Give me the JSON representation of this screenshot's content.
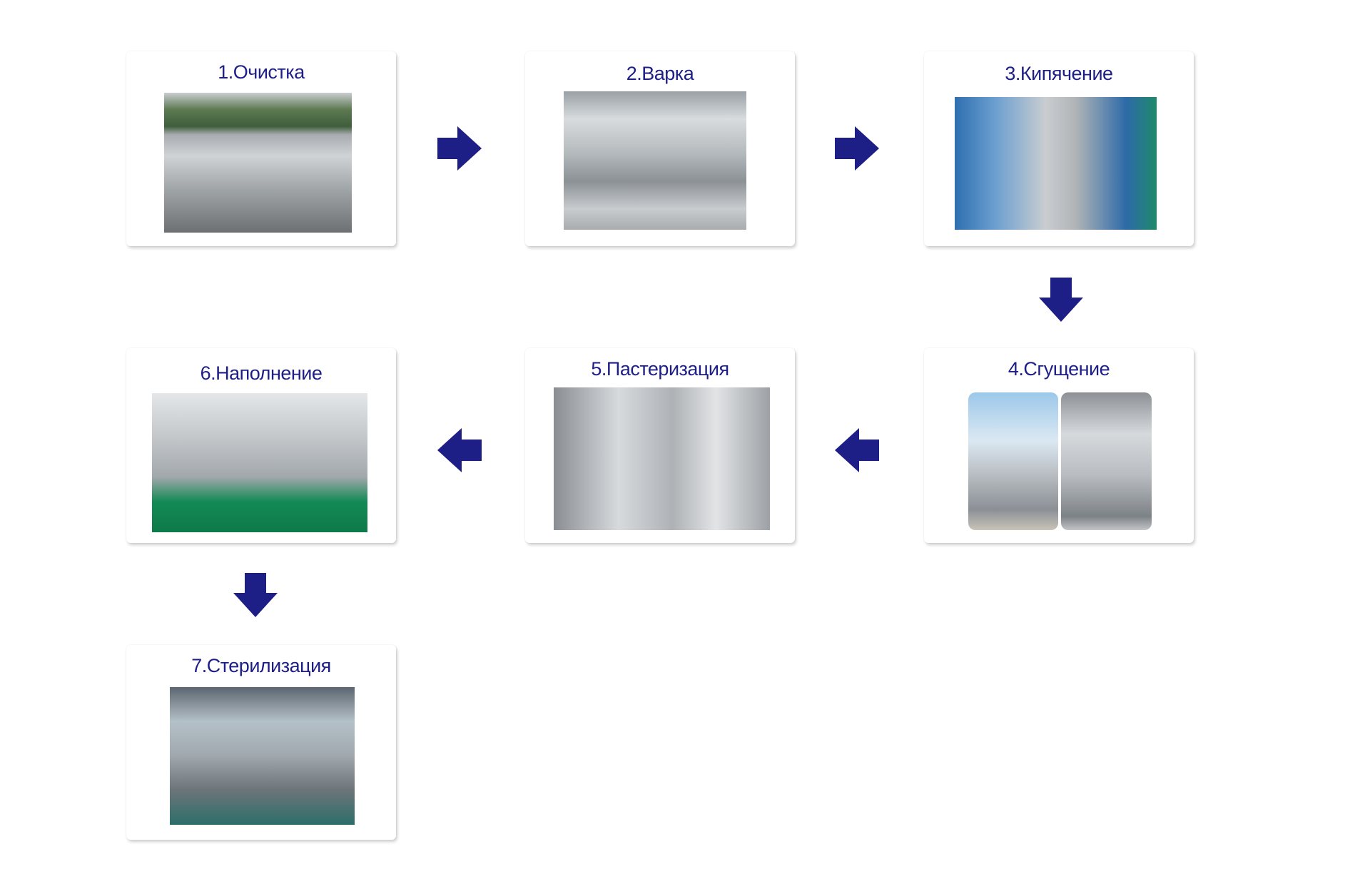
{
  "steps": [
    {
      "label": "1.Очистка"
    },
    {
      "label": "2.Варка"
    },
    {
      "label": "3.Кипячение"
    },
    {
      "label": "4.Сгущение"
    },
    {
      "label": "5.Пастеризация"
    },
    {
      "label": "6.Наполнение"
    },
    {
      "label": "7.Стерилизация"
    }
  ],
  "colors": {
    "accent": "#1e1f86",
    "arrow": "#1e1f86"
  }
}
